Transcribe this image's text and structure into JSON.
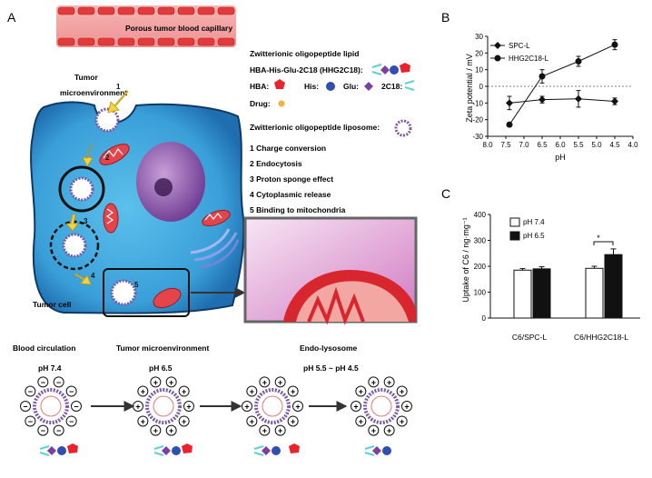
{
  "panelA": {
    "label": "A",
    "capillary_label": "Porous tumor blood capillary",
    "tumor_microenv_label_1": "Tumor",
    "tumor_microenv_label_2": "microenvironment",
    "tumor_cell_label": "Tumor cell",
    "legend": {
      "lipid_title": "Zwitterionic oligopeptide  lipid",
      "formula": "HBA-His-Glu-2C18 (HHG2C18):",
      "hba": "HBA:",
      "his": "His:",
      "glu": "Glu:",
      "c18": "2C18:",
      "drug": "Drug:",
      "liposome": "Zwitterionic oligopeptide liposome:"
    },
    "steps": [
      "1 Charge conversion",
      "2 Endocytosis",
      "3 Proton sponge effect",
      "4 Cytoplasmic release",
      "5 Binding to mitochondria"
    ],
    "step_numbers": [
      "1",
      "2",
      "3",
      "4",
      "5"
    ],
    "stages": [
      {
        "title": "Blood circulation",
        "ph": "pH 7.4"
      },
      {
        "title": "Tumor microenvironment",
        "ph": "pH 6.5"
      },
      {
        "title": "Endo-lysosome",
        "ph": "pH 5.5 ~ pH 4.5"
      }
    ]
  },
  "panelB": {
    "label": "B",
    "legend": [
      "SPC-L",
      "HHG2C18-L"
    ],
    "ylabel": "Zeta potential / mV",
    "xlabel": "pH",
    "x_ticks": [
      "8.0",
      "7.5",
      "7.0",
      "6.5",
      "6.0",
      "5.5",
      "5.0",
      "4.5",
      "4.0"
    ],
    "y_ticks": [
      "30",
      "20",
      "10",
      "0",
      "-10",
      "-20",
      "-30"
    ]
  },
  "panelC": {
    "label": "C",
    "legend": [
      "pH 7.4",
      "pH 6.5"
    ],
    "ylabel": "Uptake of C6 / ng·mg⁻¹",
    "categories": [
      "C6/SPC-L",
      "C6/HHG2C18-L"
    ],
    "y_ticks": [
      "400",
      "300",
      "200",
      "100",
      "0"
    ],
    "significance": "*"
  },
  "chart_data": [
    {
      "type": "line",
      "xlabel": "pH",
      "ylabel": "Zeta potential / mV",
      "xlim": [
        8.0,
        4.0
      ],
      "ylim": [
        -30,
        30
      ],
      "series": [
        {
          "name": "SPC-L",
          "x": [
            7.4,
            6.5,
            5.5,
            4.5
          ],
          "y": [
            -10,
            -8,
            -7.5,
            -9
          ],
          "err": [
            4,
            2,
            5,
            2
          ]
        },
        {
          "name": "HHG2C18-L",
          "x": [
            7.4,
            6.5,
            5.5,
            4.5
          ],
          "y": [
            -23,
            6,
            15,
            25
          ],
          "err": [
            1,
            4,
            3,
            3
          ]
        }
      ]
    },
    {
      "type": "bar",
      "ylabel": "Uptake of C6 / ng·mg⁻¹",
      "categories": [
        "C6/SPC-L",
        "C6/HHG2C18-L"
      ],
      "ylim": [
        0,
        400
      ],
      "series": [
        {
          "name": "pH 7.4",
          "values": [
            185,
            192
          ],
          "err": [
            6,
            8
          ]
        },
        {
          "name": "pH 6.5",
          "values": [
            190,
            245
          ],
          "err": [
            8,
            22
          ]
        }
      ]
    }
  ],
  "colors": {
    "cell": "#3ea3d9",
    "cell_dark": "#1e6fa8",
    "capillary": "#e24d4d",
    "mito": "#e3454a",
    "arrow_yellow": "#f3d23a",
    "hba": "#e8232b",
    "his": "#2f4fb3",
    "glu": "#7d3fa0",
    "c18": "#5fd0d8",
    "drug": "#f0b23a"
  }
}
